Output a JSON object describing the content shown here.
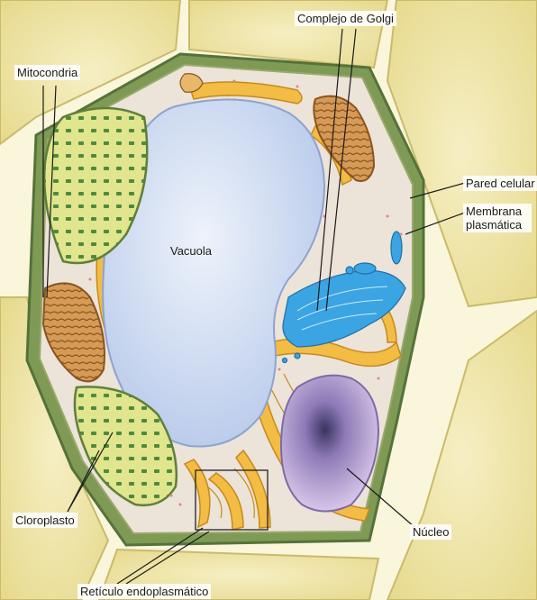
{
  "labels": {
    "mitocondria": "Mitocondria",
    "complejo_golgi": "Complejo de Golgi",
    "pared_celular": "Pared celular",
    "membrana_plasmatica_1": "Membrana",
    "membrana_plasmatica_2": "plasmática",
    "vacuola": "Vacuola",
    "cloroplasto": "Cloroplasto",
    "nucleo": "Núcleo",
    "reticulo_endoplasmatico": "Retículo endoplasmático"
  },
  "colors": {
    "neighbor_cell": "#f0e6a6",
    "cell_wall": "#6f8f4a",
    "cytoplasm": "#ece3da",
    "vacuole": "#c9d8f0",
    "golgi": "#3aa6e0",
    "nucleus": "#c8b4dc",
    "chloroplast": "#dfe48a",
    "mitochondria": "#d4924a",
    "er": "#f0b53a"
  }
}
